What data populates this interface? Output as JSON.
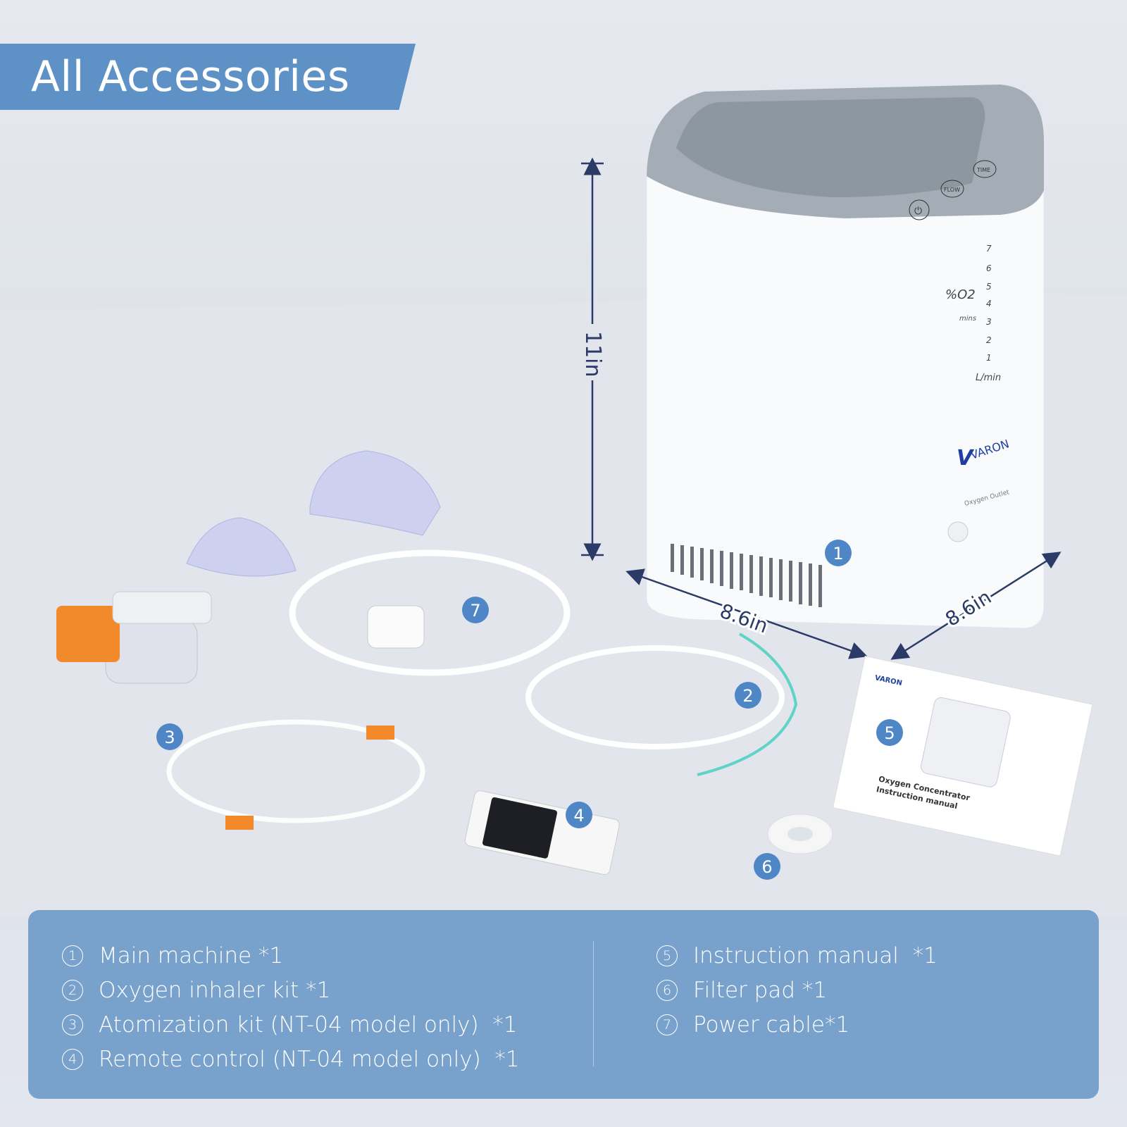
{
  "title": "All Accessories",
  "colors": {
    "banner": "#5e92c6",
    "badge": "#4f86c6",
    "dimension": "#2b3a66",
    "panel": "#78a2cc"
  },
  "dimensions": {
    "height": "11in",
    "width": "8.6in",
    "depth": "8.6in"
  },
  "machine": {
    "brand": "VARON",
    "buttons": [
      "FLOW",
      "TIME"
    ],
    "power_icon": "power-icon",
    "o2_label": "%O2",
    "mins_label": "mins",
    "flow_levels": [
      "7",
      "6",
      "5",
      "4",
      "3",
      "2",
      "1"
    ],
    "flow_unit": "L/min",
    "outlet_label": "Oxygen Outlet"
  },
  "manual": {
    "brand": "VARON",
    "title": "Oxygen Concentrator",
    "subtitle": "Instruction manual"
  },
  "badges": [
    "1",
    "2",
    "3",
    "4",
    "5",
    "6",
    "7"
  ],
  "items_left": [
    {
      "num": "1",
      "label": "Main machine *1"
    },
    {
      "num": "2",
      "label": "Oxygen inhaler kit *1"
    },
    {
      "num": "3",
      "label": "Atomization kit (NT-04 model only)  *1"
    },
    {
      "num": "4",
      "label": "Remote control (NT-04 model only)  *1"
    }
  ],
  "items_right": [
    {
      "num": "5",
      "label": "Instruction manual  *1"
    },
    {
      "num": "6",
      "label": "Filter pad *1"
    },
    {
      "num": "7",
      "label": "Power cable*1"
    }
  ]
}
